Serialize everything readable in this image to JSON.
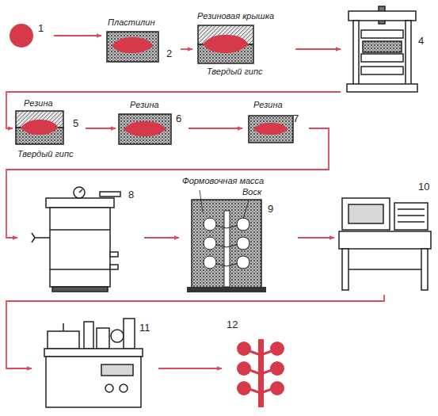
{
  "diagram": {
    "nodes": [
      {
        "text": [
          "1"
        ]
      },
      {
        "text": [
          "Пластилин",
          "2"
        ]
      },
      {
        "text": [
          "Резиновая крышка",
          "Твердый гипс"
        ]
      },
      {
        "text": [
          "4"
        ]
      },
      {
        "text": [
          "Резина",
          "5",
          "Твердый гипс"
        ]
      },
      {
        "text": [
          "Резина",
          "6"
        ]
      },
      {
        "text": [
          "Резина",
          "7"
        ]
      },
      {
        "text": [
          "8"
        ]
      },
      {
        "text": [
          "Формовочная масса",
          "Воск",
          "9"
        ]
      },
      {
        "text": [
          "10"
        ]
      },
      {
        "text": [
          "11"
        ]
      },
      {
        "text": [
          "12"
        ]
      }
    ],
    "edges": [
      {
        "from": 0,
        "to": 1,
        "arrow": "to"
      },
      {
        "from": 1,
        "to": 2,
        "arrow": "to"
      },
      {
        "from": 2,
        "to": 3,
        "arrow": "to"
      },
      {
        "from": 3,
        "to": 4,
        "arrow": "to"
      },
      {
        "from": 4,
        "to": 5,
        "arrow": "to"
      },
      {
        "from": 5,
        "to": 6,
        "arrow": "to"
      },
      {
        "from": 6,
        "to": 7,
        "arrow": "to"
      },
      {
        "from": 7,
        "to": 8,
        "arrow": "to"
      },
      {
        "from": 8,
        "to": 9,
        "arrow": "to"
      },
      {
        "from": 9,
        "to": 10,
        "arrow": "to"
      },
      {
        "from": 10,
        "to": 11,
        "arrow": "to"
      }
    ]
  }
}
